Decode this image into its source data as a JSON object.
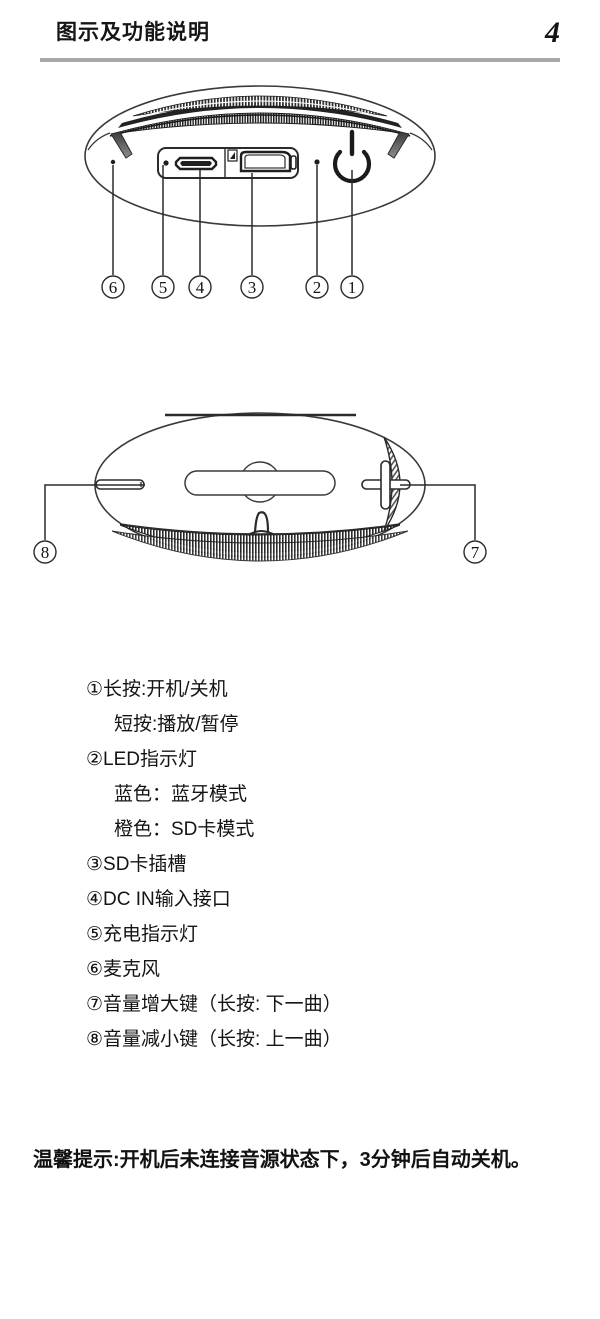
{
  "header": {
    "title": "图示及功能说明",
    "page_number": "4",
    "rule_color": "#a8a8ac"
  },
  "diagrams": [
    {
      "name": "device-top-view",
      "description": "扬声器正面/顶部视图，显示接口面板与电源键",
      "callouts": [
        {
          "label": "⑥",
          "target": "麦克风"
        },
        {
          "label": "⑤",
          "target": "充电指示灯"
        },
        {
          "label": "④",
          "target": "DC IN输入接口"
        },
        {
          "label": "③",
          "target": "SD卡插槽"
        },
        {
          "label": "②",
          "target": "LED指示灯"
        },
        {
          "label": "①",
          "target": "电源键"
        }
      ],
      "icons": [
        "power-icon",
        "micro-usb-port-icon",
        "sd-card-slot-icon",
        "led-dot-icon",
        "speaker-grille-icon"
      ]
    },
    {
      "name": "device-bottom-view",
      "description": "扬声器背面视图，显示音量键与底部网罩",
      "callouts": [
        {
          "label": "⑧",
          "target": "音量减小键"
        },
        {
          "label": "⑦",
          "target": "音量增大键"
        }
      ],
      "icons": [
        "minus-button-icon",
        "plus-button-icon",
        "speaker-grille-icon",
        "stand-hook-icon"
      ]
    }
  ],
  "features": [
    {
      "text": "①长按:开机/关机",
      "indent": false
    },
    {
      "text": "短按:播放/暂停",
      "indent": true
    },
    {
      "text": "②LED指示灯",
      "indent": false
    },
    {
      "text": "蓝色：蓝牙模式",
      "indent": true
    },
    {
      "text": "橙色：SD卡模式",
      "indent": true
    },
    {
      "text": "③SD卡插槽",
      "indent": false
    },
    {
      "text": "④DC IN输入接口",
      "indent": false
    },
    {
      "text": "⑤充电指示灯",
      "indent": false
    },
    {
      "text": "⑥麦克风",
      "indent": false
    },
    {
      "text": "⑦音量增大键（长按: 下一曲）",
      "indent": false
    },
    {
      "text": "⑧音量减小键（长按: 上一曲）",
      "indent": false
    }
  ],
  "footer": {
    "note": "温馨提示:开机后未连接音源状态下，3分钟后自动关机。"
  },
  "colors": {
    "ink": "#141414",
    "rule": "#a8a8ac",
    "page_bg": "#ffffff",
    "line": "#2b2b2b"
  }
}
